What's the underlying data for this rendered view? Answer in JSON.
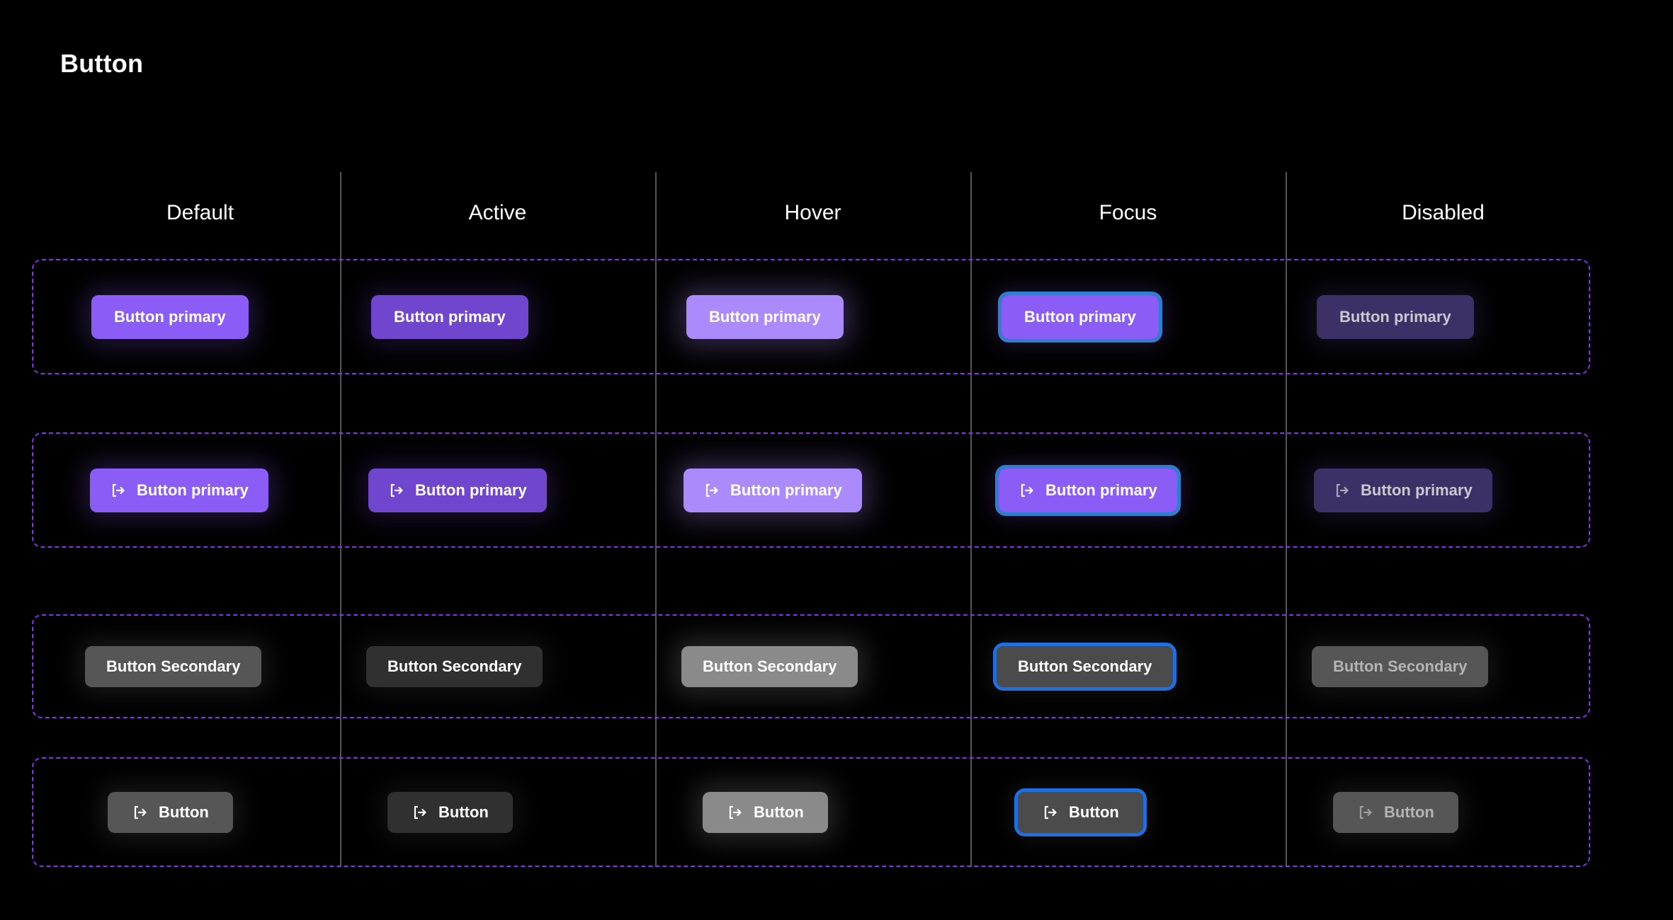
{
  "page": {
    "title": "Button",
    "background_color": "#000000"
  },
  "colors": {
    "primary_default": "#8b5cf6",
    "primary_active": "#7146cf",
    "primary_hover": "#ab8bfb",
    "primary_disabled": "#3c3167",
    "secondary_default": "#565656",
    "secondary_active": "#303030",
    "secondary_hover": "#8a8a8a",
    "secondary_focus_fill": "#4b4b4b",
    "secondary_disabled": "#565656",
    "focus_ring_primary": "#2f7fd1",
    "focus_ring_secondary": "#1f6fe0",
    "row_border_dashed": "#8b2ff0",
    "column_divider": "#56565a",
    "text_on_button": "#ffffff",
    "text_disabled_primary": "#c9c9cf",
    "text_disabled_secondary": "#b4b4b4"
  },
  "columns": [
    {
      "label": "Default"
    },
    {
      "label": "Active"
    },
    {
      "label": "Hover"
    },
    {
      "label": "Focus"
    },
    {
      "label": "Disabled"
    }
  ],
  "icons": {
    "signin": "signin-arrow-icon"
  },
  "rows": [
    {
      "name": "primary-text-only",
      "cells": [
        {
          "state": "Default",
          "label": "Button primary",
          "has_icon": false
        },
        {
          "state": "Active",
          "label": "Button primary",
          "has_icon": false
        },
        {
          "state": "Hover",
          "label": "Button primary",
          "has_icon": false
        },
        {
          "state": "Focus",
          "label": "Button primary",
          "has_icon": false
        },
        {
          "state": "Disabled",
          "label": "Button primary",
          "has_icon": false
        }
      ]
    },
    {
      "name": "primary-with-icon",
      "cells": [
        {
          "state": "Default",
          "label": "Button primary",
          "has_icon": true
        },
        {
          "state": "Active",
          "label": "Button primary",
          "has_icon": true
        },
        {
          "state": "Hover",
          "label": "Button primary",
          "has_icon": true
        },
        {
          "state": "Focus",
          "label": "Button primary",
          "has_icon": true
        },
        {
          "state": "Disabled",
          "label": "Button primary",
          "has_icon": true
        }
      ]
    },
    {
      "name": "secondary-text-only",
      "cells": [
        {
          "state": "Default",
          "label": "Button Secondary",
          "has_icon": false
        },
        {
          "state": "Active",
          "label": "Button Secondary",
          "has_icon": false
        },
        {
          "state": "Hover",
          "label": "Button Secondary",
          "has_icon": false
        },
        {
          "state": "Focus",
          "label": "Button Secondary",
          "has_icon": false
        },
        {
          "state": "Disabled",
          "label": "Button Secondary",
          "has_icon": false
        }
      ]
    },
    {
      "name": "secondary-with-icon",
      "cells": [
        {
          "state": "Default",
          "label": "Button",
          "has_icon": true
        },
        {
          "state": "Active",
          "label": "Button",
          "has_icon": true
        },
        {
          "state": "Hover",
          "label": "Button",
          "has_icon": true
        },
        {
          "state": "Focus",
          "label": "Button",
          "has_icon": true
        },
        {
          "state": "Disabled",
          "label": "Button",
          "has_icon": true
        }
      ]
    }
  ]
}
